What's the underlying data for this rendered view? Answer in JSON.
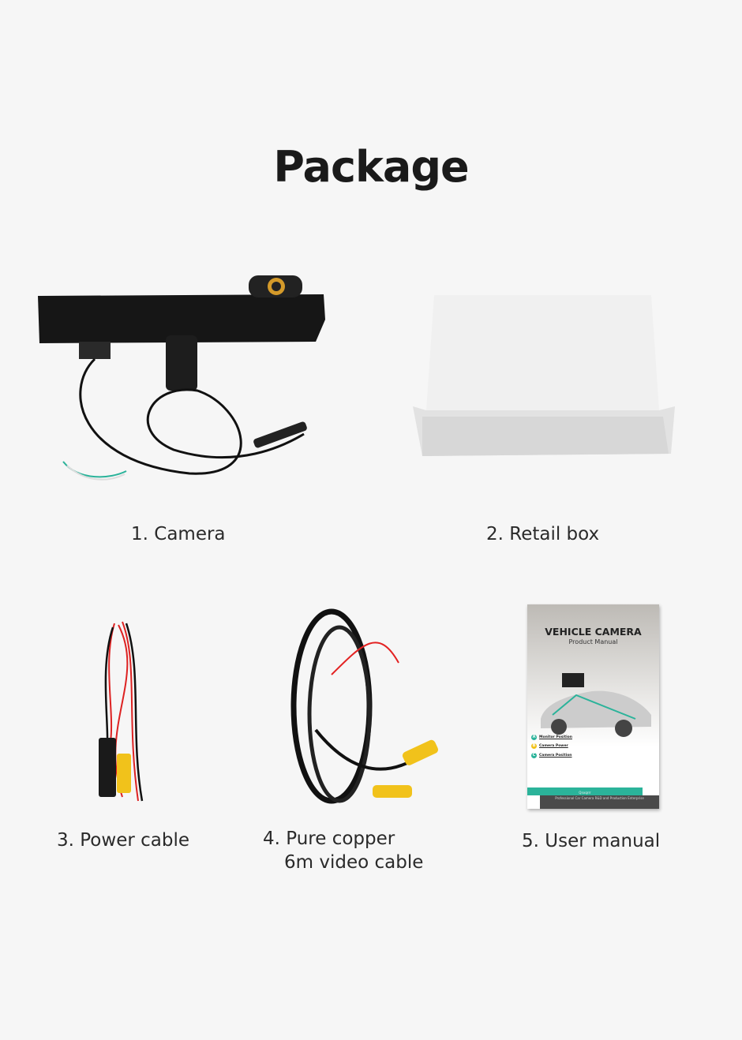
{
  "title": "Package",
  "items": [
    {
      "label": "1. Camera"
    },
    {
      "label": "2. Retail box"
    },
    {
      "label": "3. Power cable"
    },
    {
      "label_line1": "4. Pure copper",
      "label_line2": "6m video cable"
    },
    {
      "label": "5. User manual"
    }
  ],
  "manual": {
    "title": "VEHICLE CAMERA",
    "subtitle": "Product Manual",
    "legend": [
      {
        "key": "A",
        "text": "Monitor Position"
      },
      {
        "key": "B",
        "text": "Camera Power"
      },
      {
        "key": "C",
        "text": "Camera Position"
      }
    ],
    "brand": "Qnxqrrr",
    "footer": "Professional Car Camera R&D and Production Enterprise"
  },
  "colors": {
    "teal": "#2bb39a",
    "yellow": "#f1c21b",
    "red": "#e32222"
  }
}
